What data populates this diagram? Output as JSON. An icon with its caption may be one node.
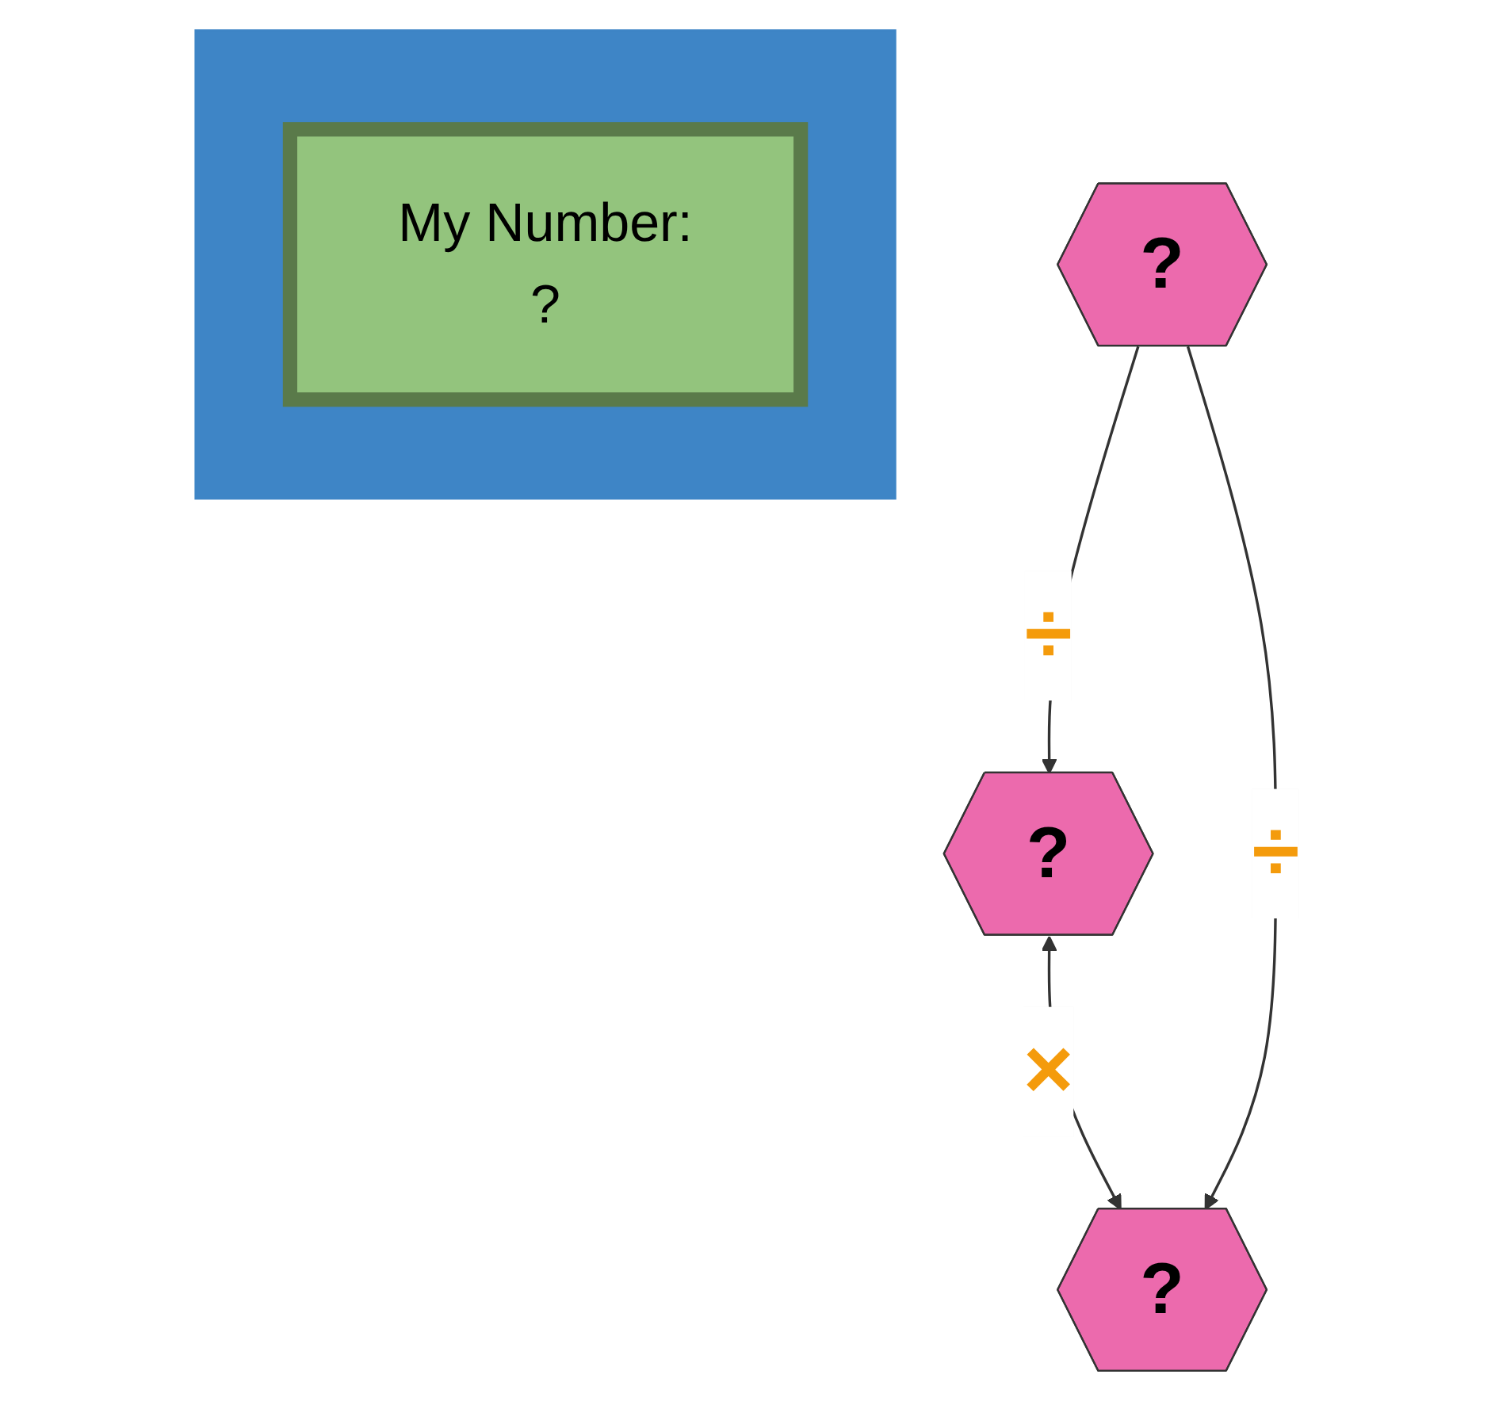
{
  "diagram": {
    "nodes": [
      {
        "text": [
          "?"
        ]
      },
      {
        "text": [],
        "shape": "triangle"
      },
      {
        "text": [
          "My Number:",
          "?"
        ],
        "in": 1
      },
      {
        "text": [
          "?"
        ]
      },
      {
        "text": [
          "?"
        ]
      }
    ],
    "edges": [
      {
        "from": 0,
        "to": 3,
        "arrow": "both",
        "label": "×"
      },
      {
        "from": 4,
        "to": 0,
        "arrow": "to",
        "label": "÷"
      },
      {
        "from": 4,
        "to": 3,
        "arrow": "to",
        "label": "÷"
      }
    ]
  }
}
